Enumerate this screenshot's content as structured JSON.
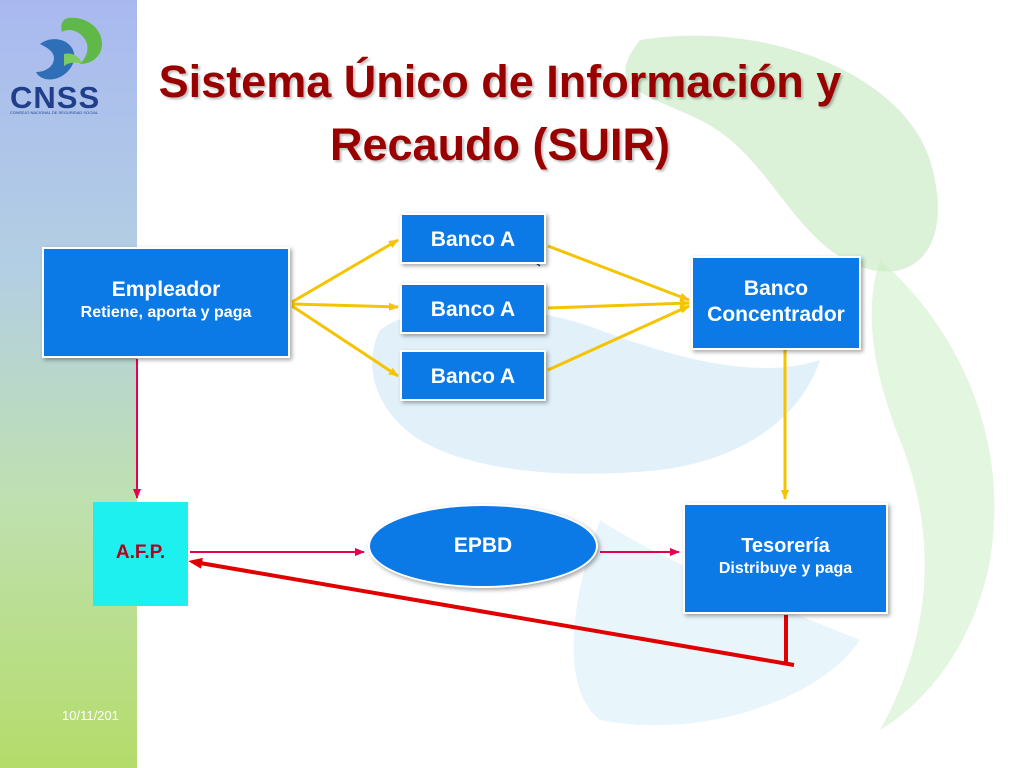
{
  "slide": {
    "title_line_1": "Sistema Único de Información y",
    "title_line_2": "Recaudo (SUIR)",
    "footer_date": "10/11/201"
  },
  "logo": {
    "text": "CNSS",
    "subtitle": "CONSEJO NACIONAL DE SEGURIDAD SOCIAL"
  },
  "nodes": {
    "empleador": {
      "label": "Empleador",
      "sublabel": "Retiene, aporta y paga"
    },
    "banco_a_1": {
      "label": "Banco A"
    },
    "banco_a_2": {
      "label": "Banco A"
    },
    "banco_a_3": {
      "label": "Banco A"
    },
    "banco_concentrador": {
      "label_line_1": "Banco",
      "label_line_2": "Concentrador"
    },
    "afp": {
      "label": "A.F.P."
    },
    "epbd": {
      "label": "EPBD"
    },
    "tesoreria": {
      "label": "Tesorería",
      "sublabel": "Distribuye y paga"
    }
  },
  "edges": [
    {
      "from": "empleador",
      "to": "banco_a_1",
      "color": "#f5c400"
    },
    {
      "from": "empleador",
      "to": "banco_a_2",
      "color": "#f5c400"
    },
    {
      "from": "empleador",
      "to": "banco_a_3",
      "color": "#f5c400"
    },
    {
      "from": "banco_a_1",
      "to": "banco_concentrador",
      "color": "#f5c400"
    },
    {
      "from": "banco_a_2",
      "to": "banco_concentrador",
      "color": "#f5c400"
    },
    {
      "from": "banco_a_3",
      "to": "banco_concentrador",
      "color": "#f5c400"
    },
    {
      "from": "banco_concentrador",
      "to": "tesoreria",
      "color": "#f5c400"
    },
    {
      "from": "empleador",
      "to": "afp",
      "color": "#e8004a"
    },
    {
      "from": "afp",
      "to": "epbd",
      "color": "#e8004a"
    },
    {
      "from": "epbd",
      "to": "tesoreria",
      "color": "#e8004a"
    },
    {
      "from": "tesoreria",
      "to": "afp",
      "color": "#e00000"
    }
  ],
  "colors": {
    "title": "#990000",
    "box_fill": "#0b79e6",
    "afp_fill": "#1ef0f0",
    "afp_text": "#b3001b",
    "arrow_yellow": "#f5c400",
    "arrow_pink": "#e8004a",
    "arrow_red": "#e00000"
  }
}
